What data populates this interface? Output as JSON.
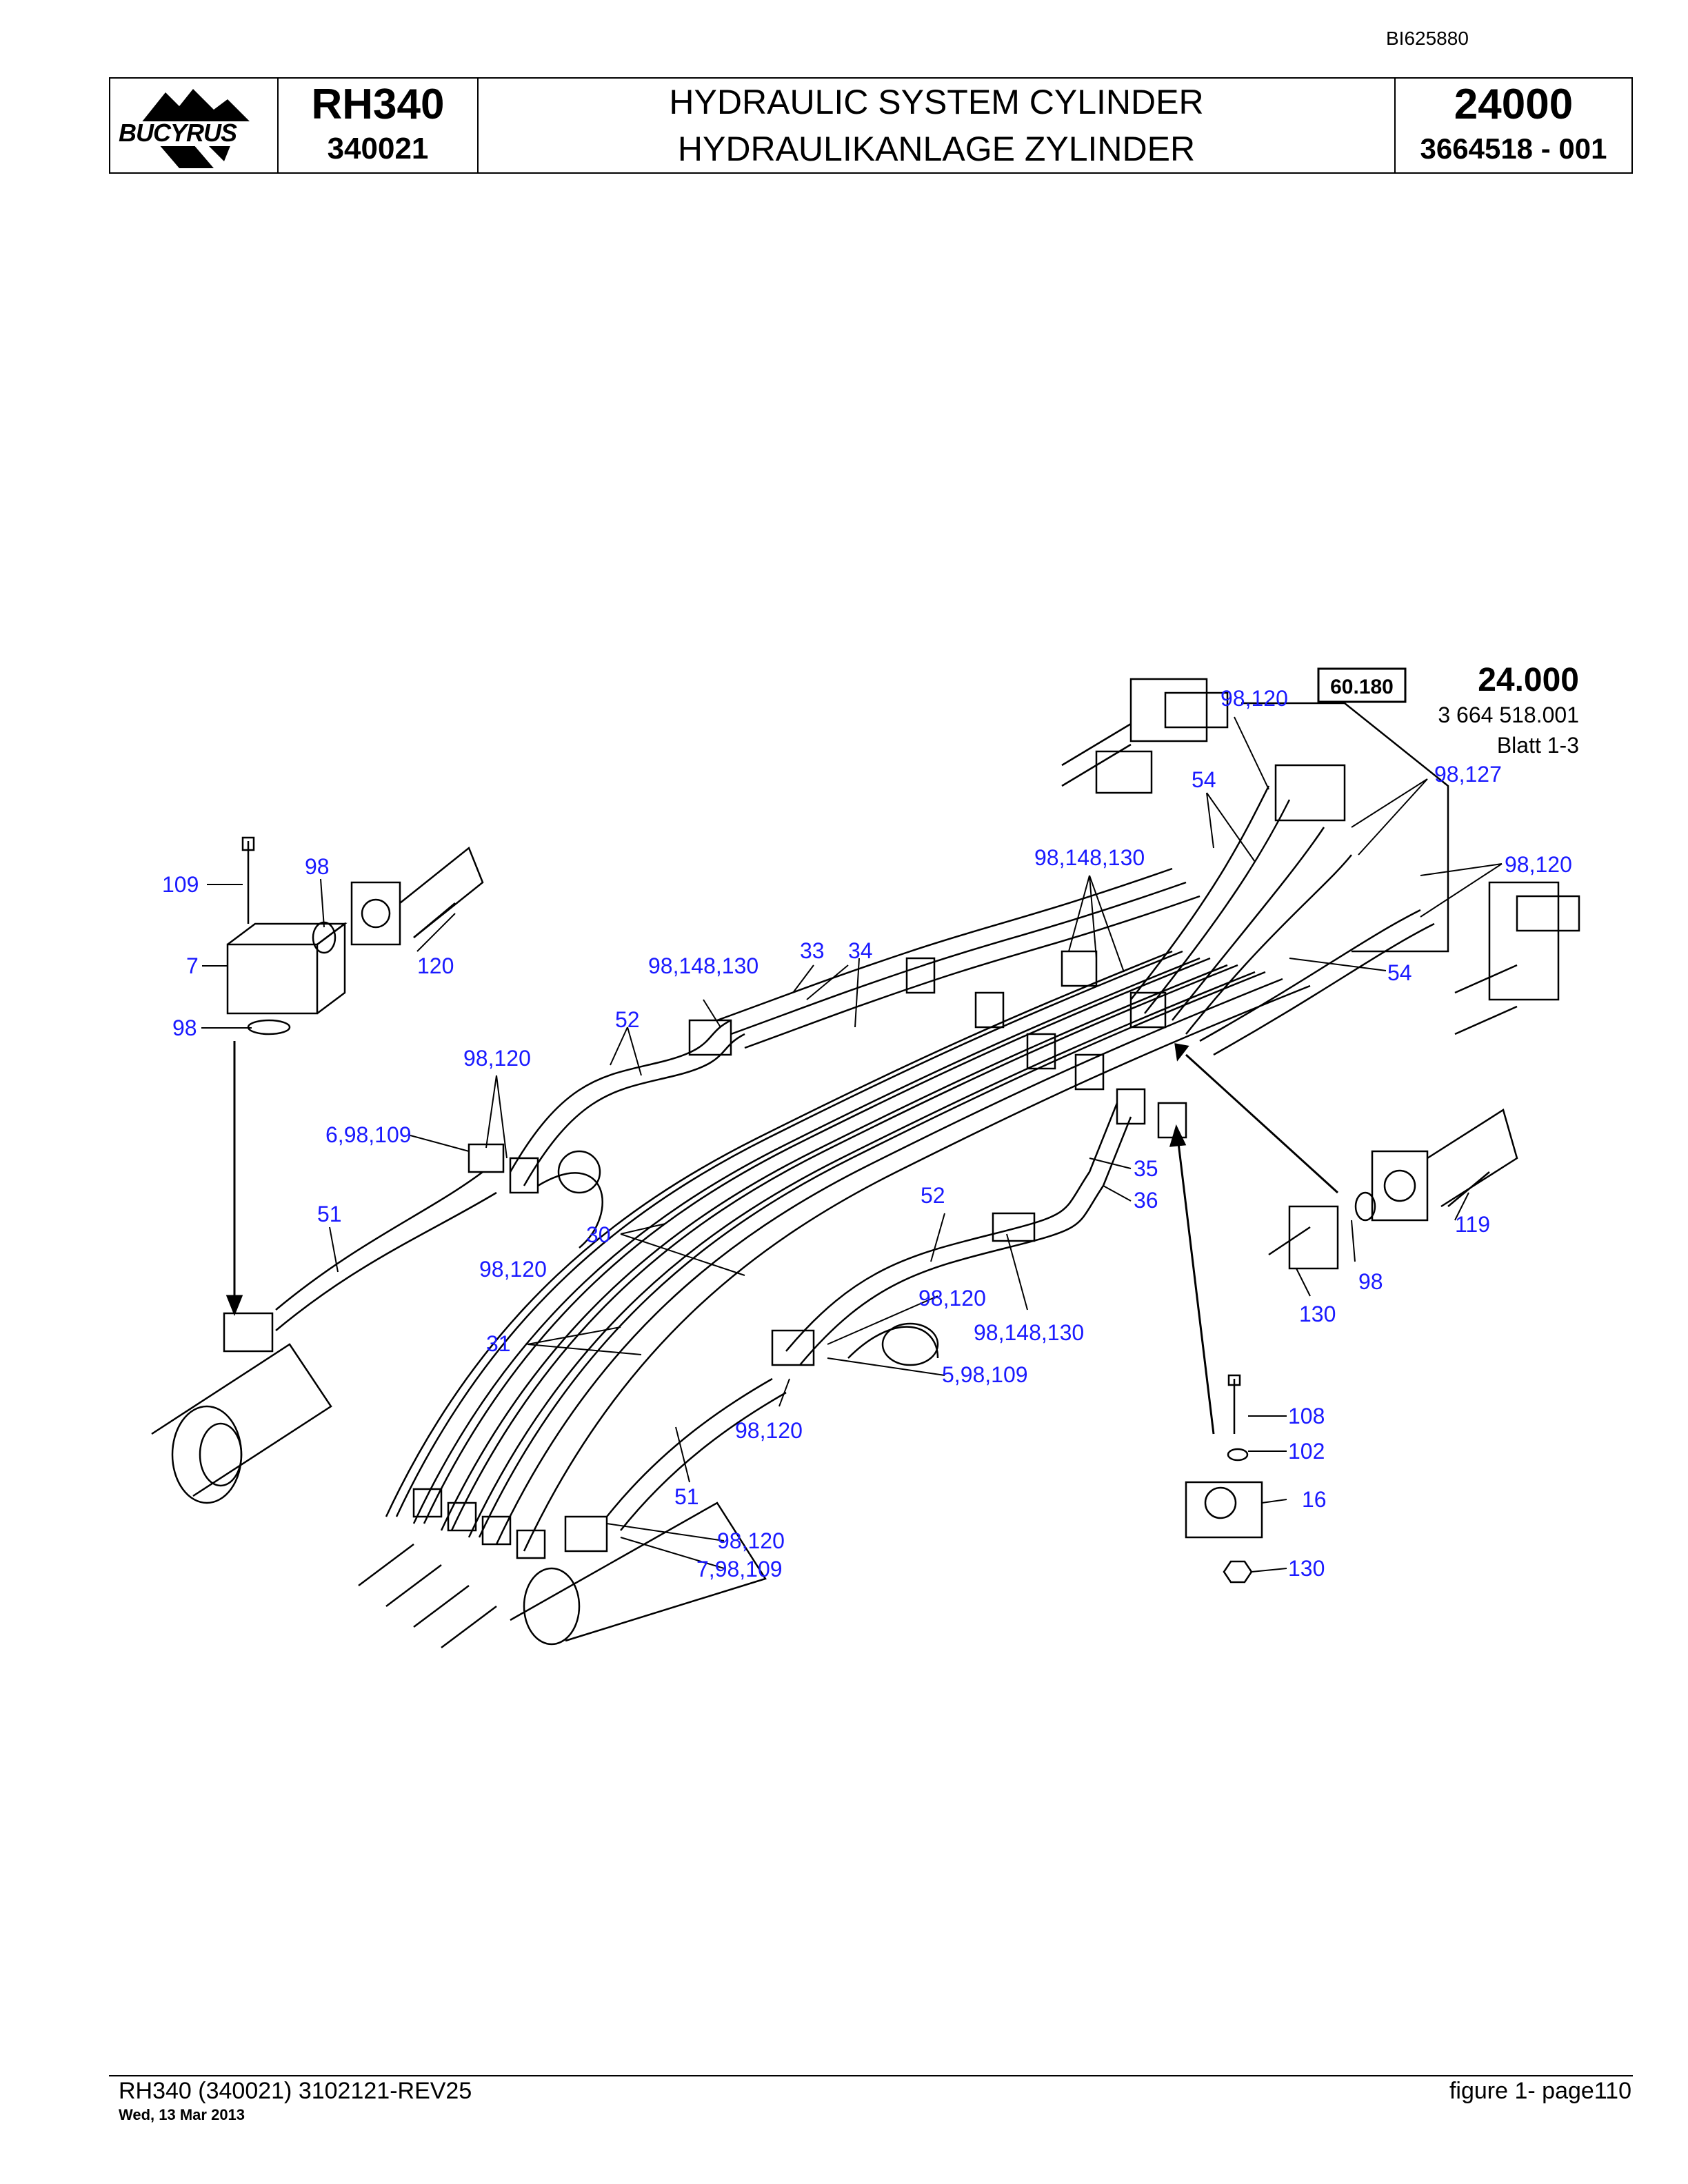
{
  "doc_id": "BI625880",
  "header": {
    "brand": "BUCYRUS",
    "model": "RH340",
    "serial": "340021",
    "title_en": "HYDRAULIC SYSTEM CYLINDER",
    "title_de": "HYDRAULIKANLAGE ZYLINDER",
    "group": "24000",
    "part_number": "3664518  - 001"
  },
  "drawing": {
    "ref_box": "60.180",
    "group_big": "24.000",
    "drawing_number": "3 664 518.001",
    "sheet": "Blatt 1-3",
    "callouts": [
      "109",
      "98",
      "7",
      "120",
      "98",
      "98,120",
      "6,98,109",
      "51",
      "98,120",
      "52",
      "98,148,130",
      "33",
      "34",
      "30",
      "31",
      "98,120",
      "54",
      "98,127",
      "98,148,130",
      "98,120",
      "54",
      "35",
      "36",
      "52",
      "98,120",
      "98,148,130",
      "5,98,109",
      "98,120",
      "51",
      "98,120",
      "7,98,109",
      "119",
      "98",
      "130",
      "108",
      "102",
      "16",
      "130"
    ]
  },
  "footer": {
    "left": "RH340 (340021) 3102121-REV25",
    "date": "Wed, 13 Mar 2013",
    "right": "figure  1- page110"
  }
}
